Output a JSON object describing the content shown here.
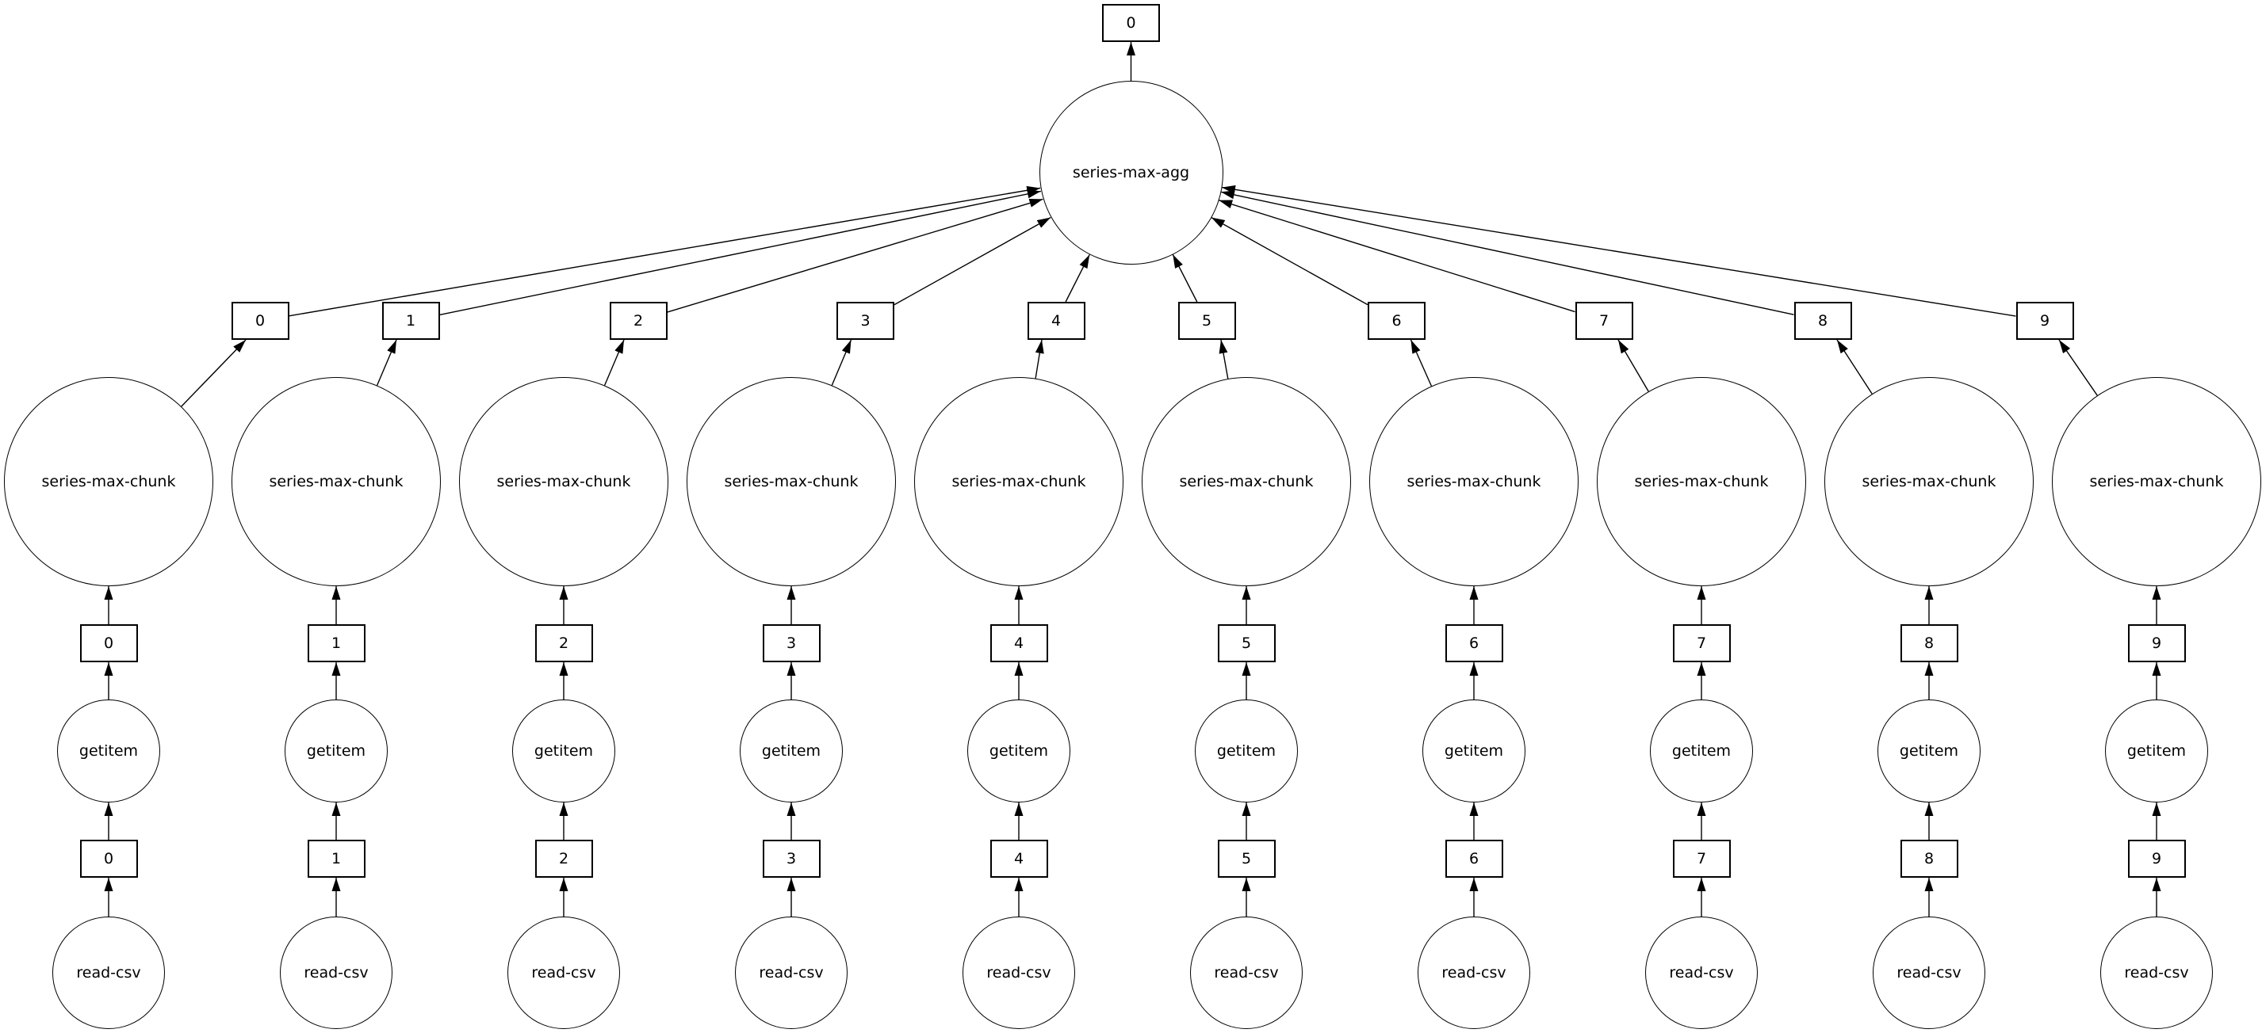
{
  "diagram": {
    "type": "task-graph",
    "direction": "bottom-to-top",
    "colors": {
      "background": "#ffffff",
      "node_fill": "#ffffff",
      "stroke": "#000000",
      "text": "#000000"
    },
    "output_box": {
      "label": "0"
    },
    "agg_node": {
      "label": "series-max-agg"
    },
    "columns": [
      {
        "result_label": "0",
        "chunk_label": "series-max-chunk",
        "item_label": "0",
        "getitem_label": "getitem",
        "partition_label": "0",
        "read_label": "read-csv"
      },
      {
        "result_label": "1",
        "chunk_label": "series-max-chunk",
        "item_label": "1",
        "getitem_label": "getitem",
        "partition_label": "1",
        "read_label": "read-csv"
      },
      {
        "result_label": "2",
        "chunk_label": "series-max-chunk",
        "item_label": "2",
        "getitem_label": "getitem",
        "partition_label": "2",
        "read_label": "read-csv"
      },
      {
        "result_label": "3",
        "chunk_label": "series-max-chunk",
        "item_label": "3",
        "getitem_label": "getitem",
        "partition_label": "3",
        "read_label": "read-csv"
      },
      {
        "result_label": "4",
        "chunk_label": "series-max-chunk",
        "item_label": "4",
        "getitem_label": "getitem",
        "partition_label": "4",
        "read_label": "read-csv"
      },
      {
        "result_label": "5",
        "chunk_label": "series-max-chunk",
        "item_label": "5",
        "getitem_label": "getitem",
        "partition_label": "5",
        "read_label": "read-csv"
      },
      {
        "result_label": "6",
        "chunk_label": "series-max-chunk",
        "item_label": "6",
        "getitem_label": "getitem",
        "partition_label": "6",
        "read_label": "read-csv"
      },
      {
        "result_label": "7",
        "chunk_label": "series-max-chunk",
        "item_label": "7",
        "getitem_label": "getitem",
        "partition_label": "7",
        "read_label": "read-csv"
      },
      {
        "result_label": "8",
        "chunk_label": "series-max-chunk",
        "item_label": "8",
        "getitem_label": "getitem",
        "partition_label": "8",
        "read_label": "read-csv"
      },
      {
        "result_label": "9",
        "chunk_label": "series-max-chunk",
        "item_label": "9",
        "getitem_label": "getitem",
        "partition_label": "9",
        "read_label": "read-csv"
      }
    ]
  }
}
